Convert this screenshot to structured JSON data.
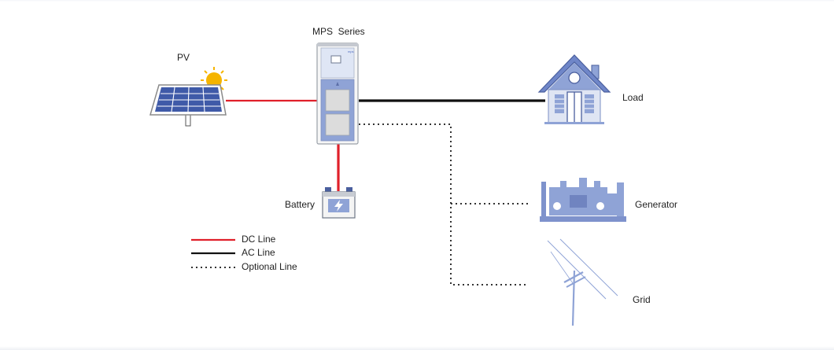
{
  "labels": {
    "inverter": "MPS  Series",
    "pv": "PV",
    "load": "Load",
    "battery": "Battery",
    "generator": "Generator",
    "grid": "Grid"
  },
  "legend": [
    {
      "name": "DC Line",
      "style": "solid",
      "color": "#e0202a"
    },
    {
      "name": "AC Line",
      "style": "solid",
      "color": "#111111"
    },
    {
      "name": "Optional Line",
      "style": "dotted",
      "color": "#333333"
    }
  ],
  "colors": {
    "dc_line": "#e0202a",
    "ac_line": "#111111",
    "optional_line": "#333333",
    "icon_fill": "#8fa3d6",
    "icon_dark": "#4a5f9e",
    "sun": "#f5b400"
  },
  "icons": {
    "pv": "solar-panel-icon",
    "inverter": "inverter-cabinet-icon",
    "load": "house-icon",
    "battery": "battery-icon",
    "generator": "generator-icon",
    "grid": "power-pole-icon"
  }
}
